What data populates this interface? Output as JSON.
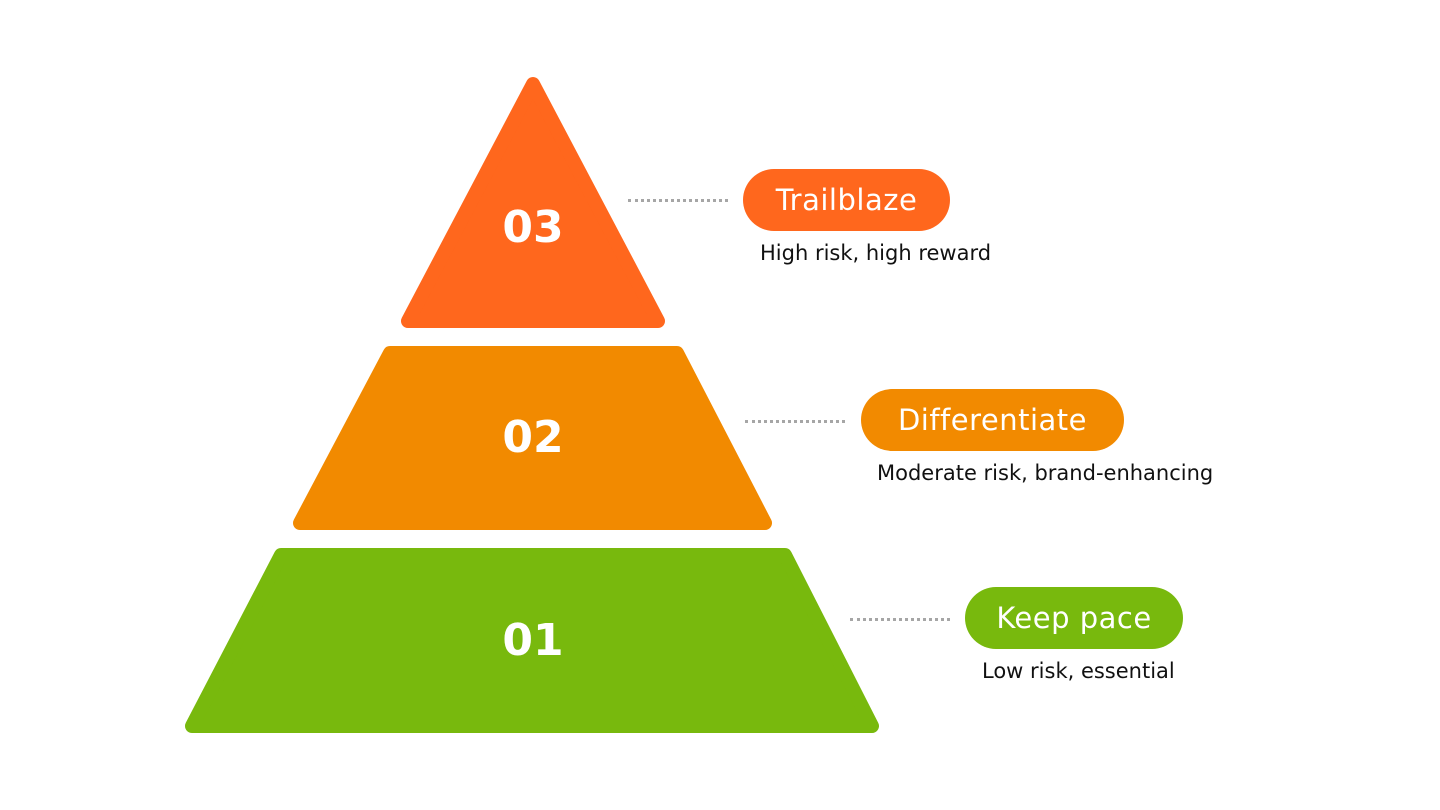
{
  "colors": {
    "tier3": "#FF671D",
    "tier2": "#F28A00",
    "tier1": "#78B90D",
    "dots": "#A6A6A6"
  },
  "tiers": [
    {
      "number": "01",
      "label": "Keep pace",
      "description": "Low risk, essential"
    },
    {
      "number": "02",
      "label": "Differentiate",
      "description": "Moderate risk, brand-enhancing"
    },
    {
      "number": "03",
      "label": "Trailblaze",
      "description": "High risk, high reward"
    }
  ]
}
